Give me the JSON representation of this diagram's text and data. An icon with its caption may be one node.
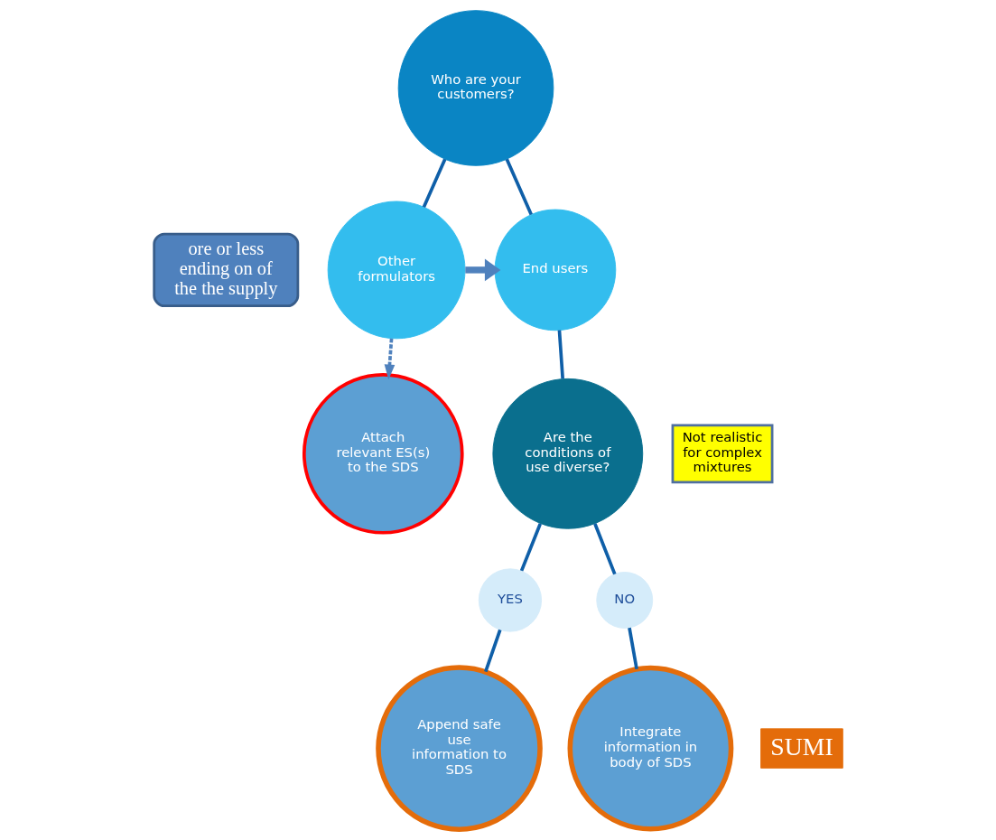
{
  "diagram": {
    "nodes": [
      {
        "text": [
          "ore or less ending on of the the supply"
        ]
      },
      {
        "text": [
          "Who are your customers?"
        ]
      },
      {
        "text": [
          "Other formulators"
        ]
      },
      {
        "text": [
          "End users"
        ]
      },
      {
        "text": [
          "Attach relevant ES(s) to the SDS"
        ]
      },
      {
        "text": [
          "Not realistic for complex mixtures"
        ]
      },
      {
        "text": [
          "Are the conditions of use diverse?"
        ]
      },
      {
        "text": [
          "YES"
        ]
      },
      {
        "text": [
          "NO"
        ]
      },
      {
        "text": [
          "Append safe use information to SDS"
        ]
      },
      {
        "text": [
          "SUMI"
        ]
      },
      {
        "text": [
          "Integrate information in body of SDS"
        ]
      }
    ],
    "edges": [
      {
        "from": 1,
        "to": 2,
        "arrow": "none"
      },
      {
        "from": 1,
        "to": 3,
        "arrow": "none"
      },
      {
        "from": 2,
        "to": 3,
        "arrow": "to",
        "style": "thick",
        "color": "#4f81bd"
      },
      {
        "from": 2,
        "to": 4,
        "arrow": "to",
        "style": "dashed",
        "color": "#4f81bd"
      },
      {
        "from": 3,
        "to": 6,
        "arrow": "none"
      },
      {
        "from": 6,
        "to": 7,
        "arrow": "none"
      },
      {
        "from": 6,
        "to": 8,
        "arrow": "none"
      },
      {
        "from": 7,
        "to": 9,
        "arrow": "none"
      },
      {
        "from": 8,
        "to": 11,
        "arrow": "none"
      }
    ]
  }
}
